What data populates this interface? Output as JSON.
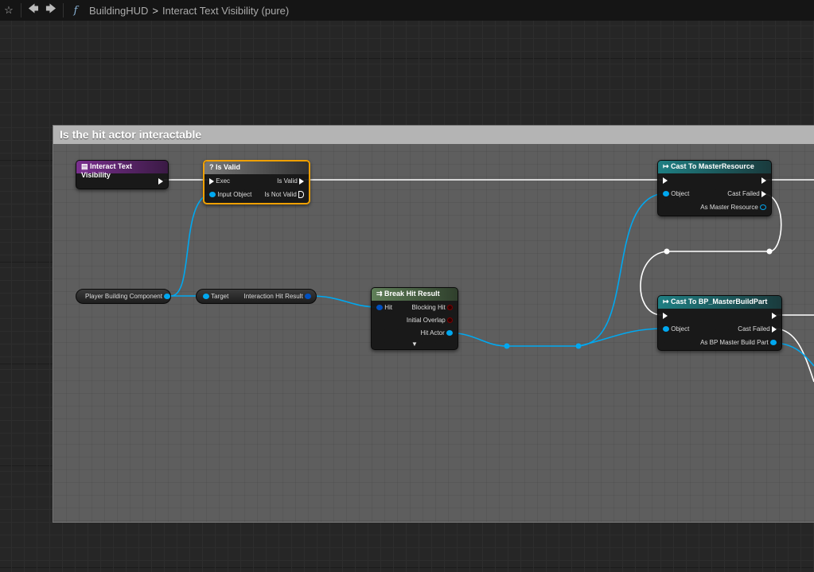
{
  "toolbar": {
    "breadcrumb_parent": "BuildingHUD",
    "breadcrumb_current": "Interact Text Visibility (pure)",
    "function_symbol": "f",
    "separator": ">"
  },
  "comment": {
    "title": "Is the hit actor interactable"
  },
  "nodes": {
    "entry": {
      "title": "Interact Text Visibility"
    },
    "is_valid": {
      "title": "Is Valid",
      "icon": "?",
      "exec": "Exec",
      "input_object": "Input Object",
      "is_valid": "Is Valid",
      "is_not_valid": "Is Not Valid"
    },
    "player_building_component": {
      "label": "Player Building Component"
    },
    "get_hit_result": {
      "target": "Target",
      "output": "Interaction Hit Result"
    },
    "break_hit": {
      "title": "Break Hit Result",
      "hit": "Hit",
      "blocking_hit": "Blocking Hit",
      "initial_overlap": "Initial Overlap",
      "hit_actor": "Hit Actor"
    },
    "cast_resource": {
      "title": "Cast To MasterResource",
      "object": "Object",
      "cast_failed": "Cast Failed",
      "as_output": "As Master Resource"
    },
    "cast_buildpart": {
      "title": "Cast To BP_MasterBuildPart",
      "object": "Object",
      "cast_failed": "Cast Failed",
      "as_output": "As BP Master Build Part"
    }
  },
  "colors": {
    "exec_wire": "#ffffff",
    "object_wire": "#00a8f0",
    "is_valid_border": "#f0a000",
    "entry_header": "#7a2f8f",
    "break_header": "#4f6f4a",
    "cast_header": "#1f6f73"
  }
}
